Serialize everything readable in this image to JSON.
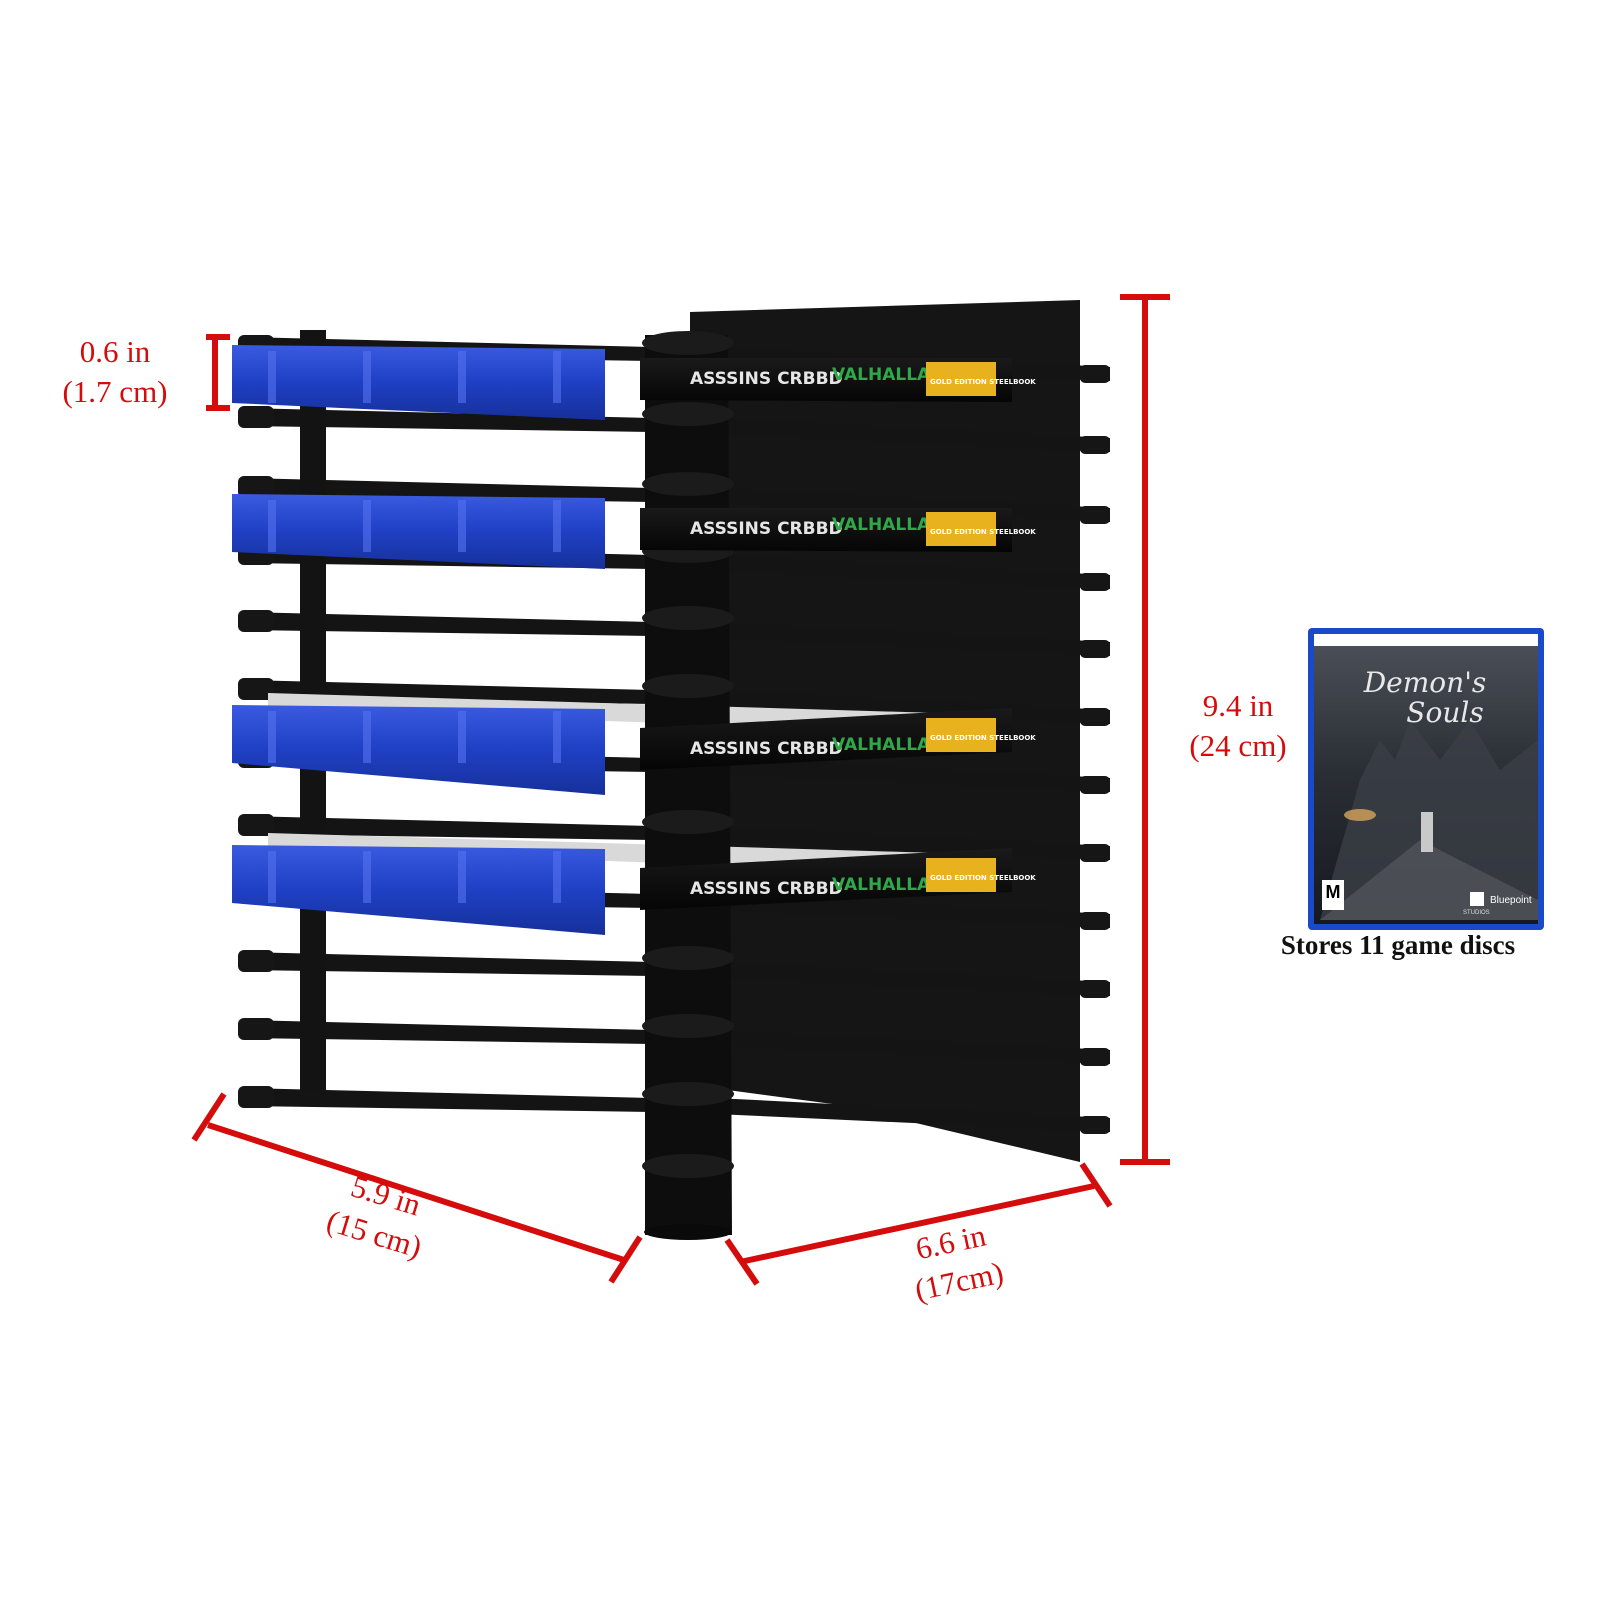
{
  "dimensions": {
    "slot_height": {
      "imperial": "0.6 in",
      "metric": "(1.7 cm)"
    },
    "height": {
      "imperial": "9.4 in",
      "metric": "(24 cm)"
    },
    "depth": {
      "imperial": "5.9 in",
      "metric": "(15 cm)"
    },
    "width": {
      "imperial": "6.6 in",
      "metric": "(17cm)"
    }
  },
  "game_case": {
    "title_line1": "Demon's",
    "title_line2": "Souls",
    "rating": "M",
    "publisher": "Bluepoint",
    "platform_label": "STUDIOS"
  },
  "spine_text": {
    "title": "ASSSINS CRBBD",
    "subtitle": "VALHALLA",
    "edition": "GOLD EDITION STEELBOOK"
  },
  "caption": "Stores 11 game discs",
  "colors": {
    "accent_red": "#d40c0c",
    "case_blue": "#2046c8",
    "rack_black": "#121212"
  }
}
